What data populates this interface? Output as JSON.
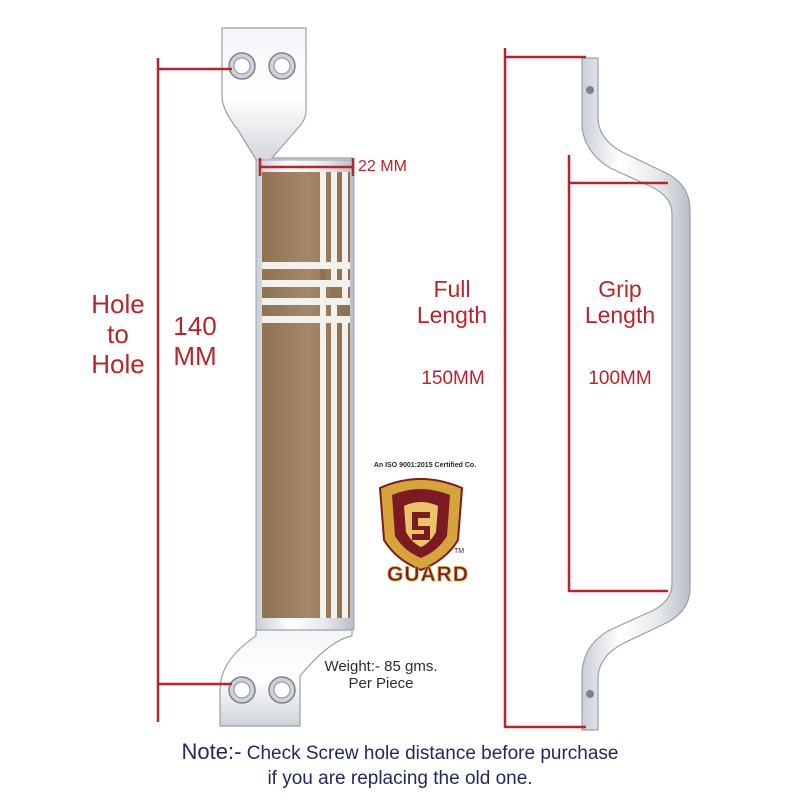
{
  "labels": {
    "hole_to_hole": [
      "Hole",
      "to",
      "Hole"
    ],
    "hole_distance": [
      "140",
      "MM"
    ],
    "width": "22 MM",
    "full_length": [
      "Full",
      "Length"
    ],
    "full_length_value": "150MM",
    "grip_length": [
      "Grip",
      "Length"
    ],
    "grip_length_value": "100MM",
    "weight": [
      "Weight:- 85 gms.",
      "Per Piece"
    ]
  },
  "logo": {
    "iso_text": "An ISO 9001:2015 Certified Co.",
    "brand": "GUARD",
    "tm": "TM"
  },
  "note": {
    "key": "Note:-",
    "line1": "Check Screw hole distance before purchase",
    "line2": "if you are replacing the old one."
  },
  "colors": {
    "dimension_red": "#b5262c",
    "handle_chrome": "#dfe3e8",
    "grip_brown": "#9a7e5c",
    "note_navy": "#22295a",
    "logo_gold": "#d6a43a",
    "logo_maroon": "#7a1b22"
  }
}
